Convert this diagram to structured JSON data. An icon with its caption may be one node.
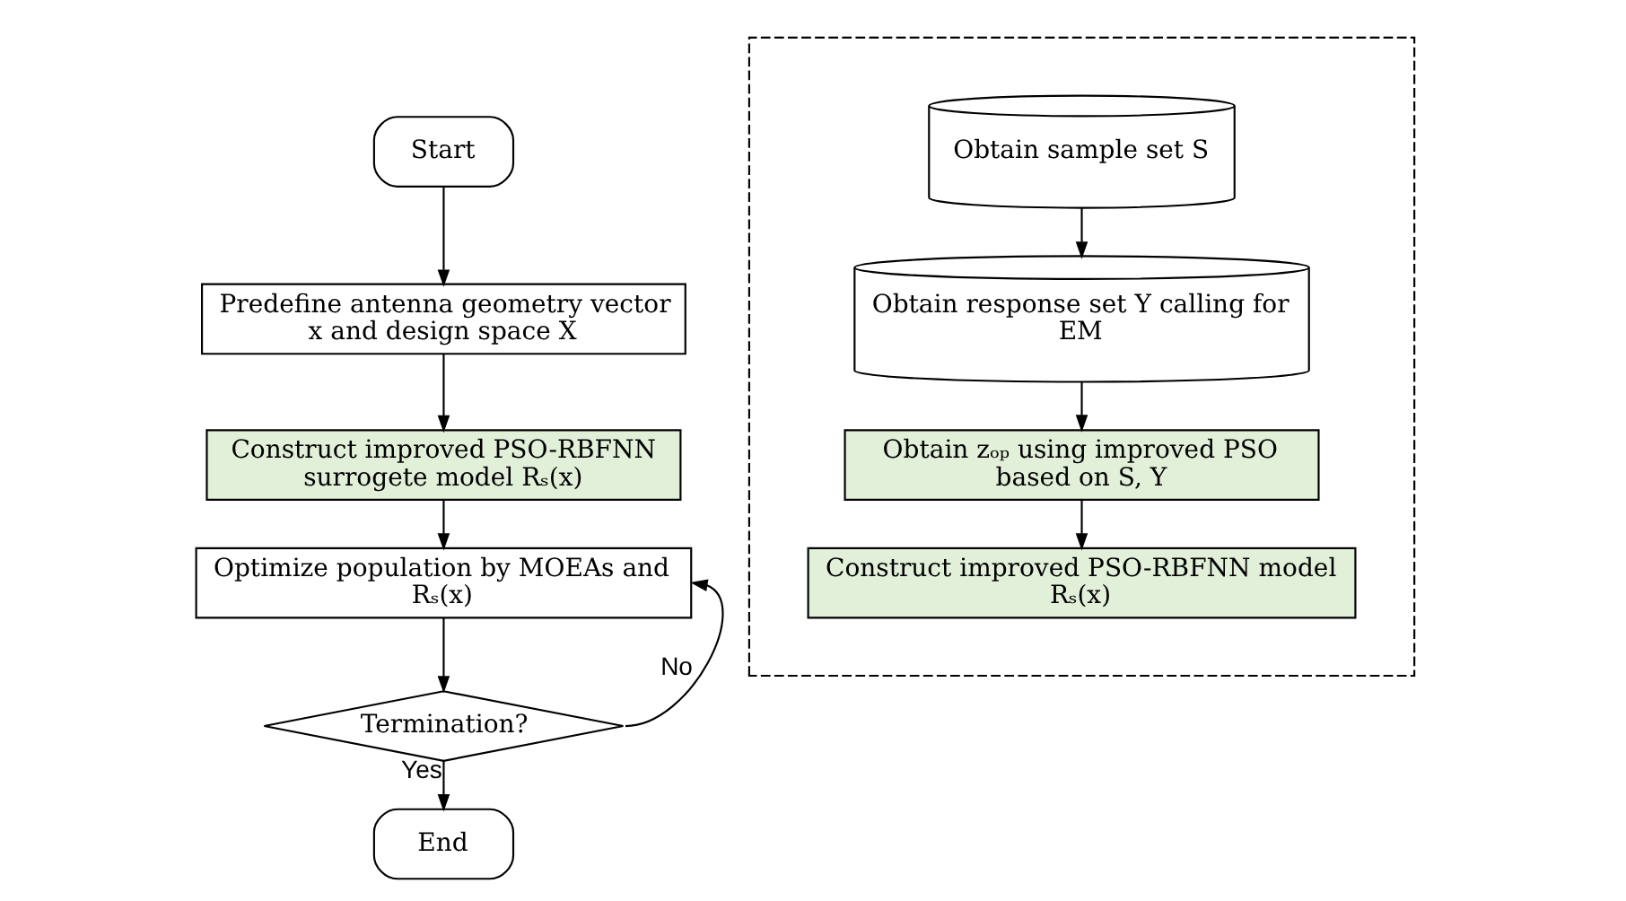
{
  "diagram": {
    "nodes": [
      {
        "text": [
          "Start"
        ]
      },
      {
        "text": [
          "Predefine antenna geometry vector x and design space X"
        ]
      },
      {
        "text": [
          "Construct improved PSO-RBFNN surrogete model Rₛ(x)"
        ]
      },
      {
        "text": [
          "Optimize population by MOEAs and Rₛ(x)"
        ]
      },
      {
        "text": [
          "Termination?"
        ]
      },
      {
        "text": [
          "End"
        ]
      },
      {
        "text": [],
        "shape": "box"
      },
      {
        "text": [
          "Obtain sample set S"
        ],
        "in": 6
      },
      {
        "text": [
          "Obtain response set Y calling for EM"
        ],
        "in": 6
      },
      {
        "text": [
          "Obtain zₒₚ using improved PSO based on S, Y"
        ],
        "in": 6
      },
      {
        "text": [
          "Construct improved PSO-RBFNN model Rₛ(x)"
        ],
        "in": 6
      }
    ],
    "edges": [
      {
        "from": 0,
        "to": 1,
        "arrow": "to"
      },
      {
        "from": 1,
        "to": 2,
        "arrow": "to"
      },
      {
        "from": 2,
        "to": 3,
        "arrow": "to"
      },
      {
        "from": 3,
        "to": 4,
        "arrow": "to"
      },
      {
        "from": 4,
        "to": 5,
        "arrow": "to",
        "label": "Yes"
      },
      {
        "from": 4,
        "to": 3,
        "arrow": "to",
        "label": "No"
      },
      {
        "from": 7,
        "to": 8,
        "arrow": "to"
      },
      {
        "from": 8,
        "to": 9,
        "arrow": "to"
      },
      {
        "from": 9,
        "to": 10,
        "arrow": "to"
      }
    ]
  }
}
